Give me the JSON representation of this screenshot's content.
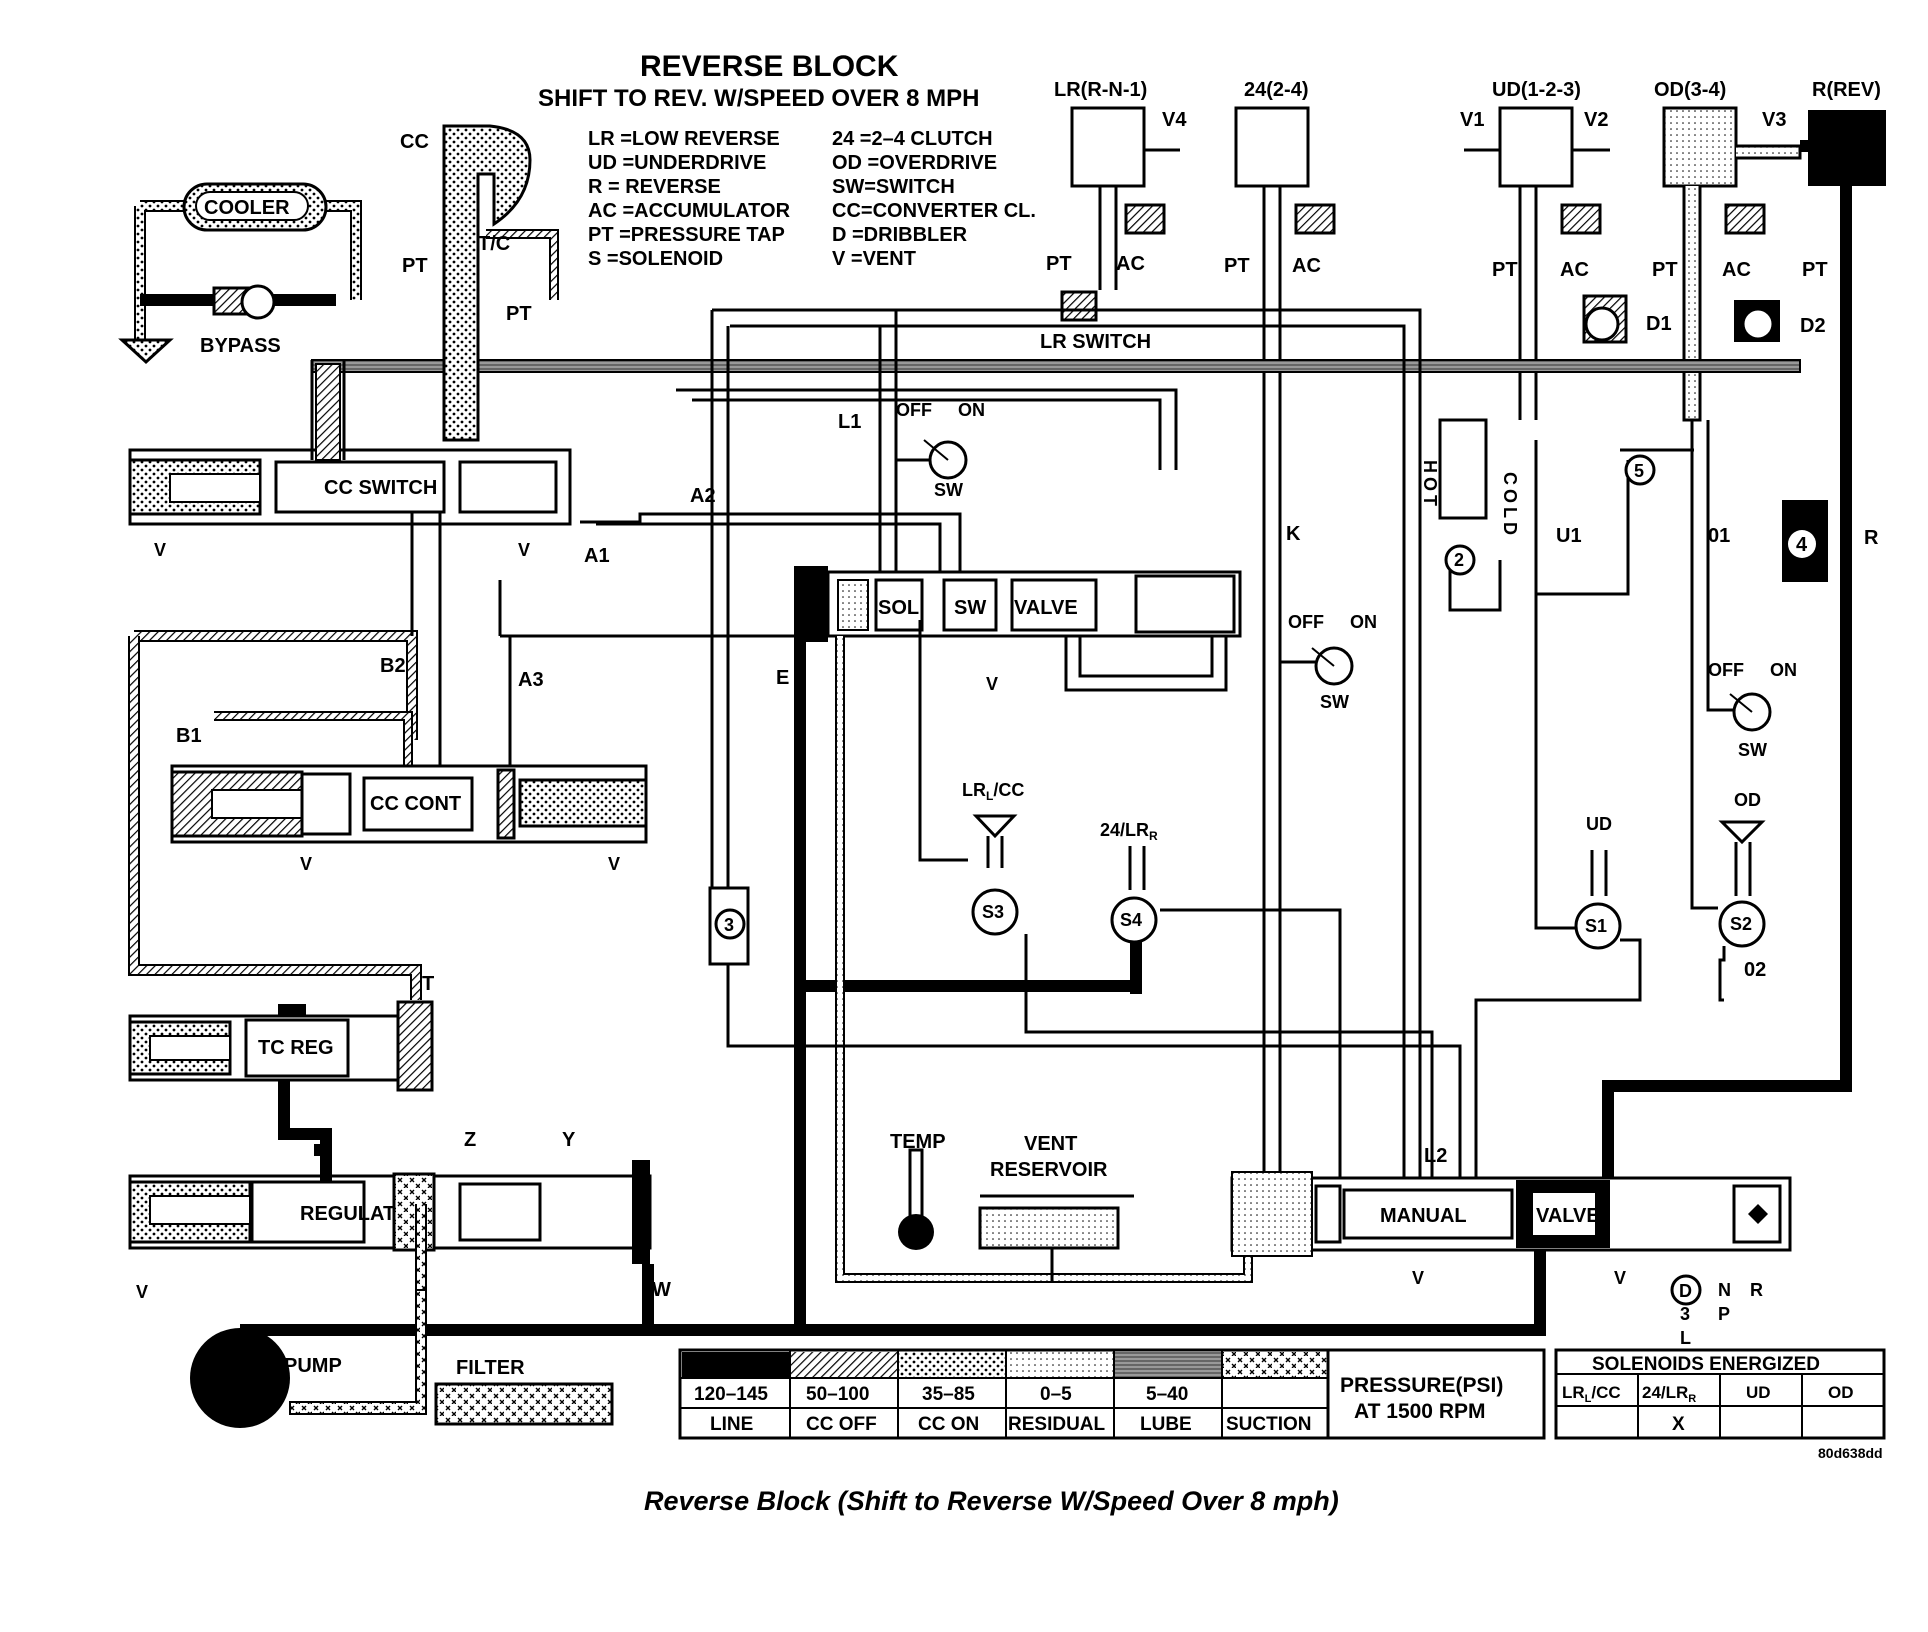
{
  "title": "REVERSE BLOCK",
  "subtitle": "SHIFT TO REV. W/SPEED OVER 8 MPH",
  "abbreviations": [
    {
      "abbr": "LR",
      "text": "LR =LOW REVERSE"
    },
    {
      "abbr": "UD",
      "text": "UD =UNDERDRIVE"
    },
    {
      "abbr": "R",
      "text": "R  = REVERSE"
    },
    {
      "abbr": "AC",
      "text": "AC =ACCUMULATOR"
    },
    {
      "abbr": "PT",
      "text": "PT =PRESSURE TAP"
    },
    {
      "abbr": "S",
      "text": "S   =SOLENOID"
    },
    {
      "abbr": "24",
      "text": "24  =2–4 CLUTCH"
    },
    {
      "abbr": "OD",
      "text": "OD =OVERDRIVE"
    },
    {
      "abbr": "SW",
      "text": "SW=SWITCH"
    },
    {
      "abbr": "CC",
      "text": "CC=CONVERTER CL."
    },
    {
      "abbr": "D",
      "text": "D   =DRIBBLER"
    },
    {
      "abbr": "V",
      "text": "V   =VENT"
    }
  ],
  "clutches": [
    {
      "name": "LR(R-N-1)",
      "vent": "V4"
    },
    {
      "name": "24(2-4)",
      "vent": ""
    },
    {
      "name": "UD(1-2-3)",
      "vent": "V1",
      "vent2": "V2"
    },
    {
      "name": "OD(3-4)",
      "vent": "V3"
    },
    {
      "name": "R(REV)",
      "vent": ""
    }
  ],
  "components": {
    "cooler": "COOLER",
    "bypass": "BYPASS",
    "cc": "CC",
    "tc": "T/C",
    "cc_switch": "CC SWITCH",
    "cc_cont": "CC CONT",
    "tc_reg": "TC REG",
    "regulator": "REGULATOR",
    "pump": "PUMP",
    "filter": "FILTER",
    "lr_switch": "LR SWITCH",
    "sol": "SOL",
    "sw": "SW",
    "valve": "VALVE",
    "manual": "MANUAL",
    "manual_valve": "VALVE",
    "temp": "TEMP",
    "vent": "VENT",
    "reservoir": "RESERVOIR",
    "hot": "HOT",
    "cold": "COLD"
  },
  "labels": {
    "pt": "PT",
    "ac": "AC",
    "v": "V",
    "l1": "L1",
    "l2": "L2",
    "a1": "A1",
    "a2": "A2",
    "a3": "A3",
    "b1": "B1",
    "b2": "B2",
    "e": "E",
    "k": "K",
    "u1": "U1",
    "o1": "01",
    "o2": "02",
    "t": "T",
    "w": "W",
    "z": "Z",
    "y": "Y",
    "r": "R",
    "d1": "D1",
    "d2": "D2",
    "off": "OFF",
    "on": "ON",
    "sw": "SW",
    "lrcc": "LRL/CC",
    "lr_sub": "L",
    "lr_cc": "/CC",
    "lr24": "24/LR",
    "lr24_sub": "R",
    "ud": "UD",
    "od": "OD",
    "s1": "S1",
    "s2": "S2",
    "s3": "S3",
    "s4": "S4",
    "n2": "2",
    "n3": "3",
    "n4": "4",
    "n5": "5",
    "gear_d": "D",
    "gear_n": "N",
    "gear_r": "R",
    "gear_3": "3",
    "gear_p": "P",
    "gear_l": "L"
  },
  "pressure_legend": {
    "ranges": [
      "120–145",
      "50–100",
      "35–85",
      "0–5",
      "5–40",
      ""
    ],
    "names": [
      "LINE",
      "CC OFF",
      "CC ON",
      "RESIDUAL",
      "LUBE",
      "SUCTION"
    ],
    "title": "PRESSURE(PSI)",
    "subtitle": "AT 1500 RPM"
  },
  "solenoids_energized": {
    "title": "SOLENOIDS ENERGIZED",
    "headers": [
      "LRL/CC",
      "24/LRR",
      "UD",
      "OD"
    ],
    "header_main": [
      "LR",
      "24/LR",
      "UD",
      "OD"
    ],
    "header_sub": [
      "L",
      "R",
      "",
      ""
    ],
    "header_tail": [
      "/CC",
      "",
      "",
      ""
    ],
    "marks": [
      "",
      "X",
      "",
      ""
    ]
  },
  "figure_id": "80d638dd",
  "caption": "Reverse Block (Shift to Reverse W/Speed Over 8 mph)"
}
